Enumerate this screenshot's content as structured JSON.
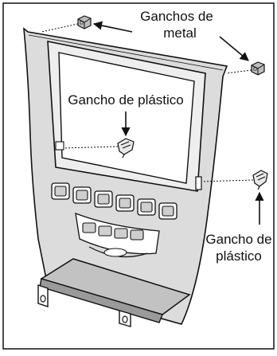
{
  "diagram": {
    "labels": {
      "metal_clips": [
        "Ganchos de",
        "metal"
      ],
      "plastic_clip_top": "Gancho de plástico",
      "plastic_clip_side": [
        "Gancho de",
        "plástico"
      ]
    },
    "colors": {
      "line": "#111111",
      "panel_fill": "#dcdcdc",
      "screen_fill": "#ffffff",
      "bracket_fill": "#9a9a9a"
    },
    "icons": [
      "metal-clip-icon",
      "plastic-clip-icon",
      "arrow-icon"
    ]
  }
}
